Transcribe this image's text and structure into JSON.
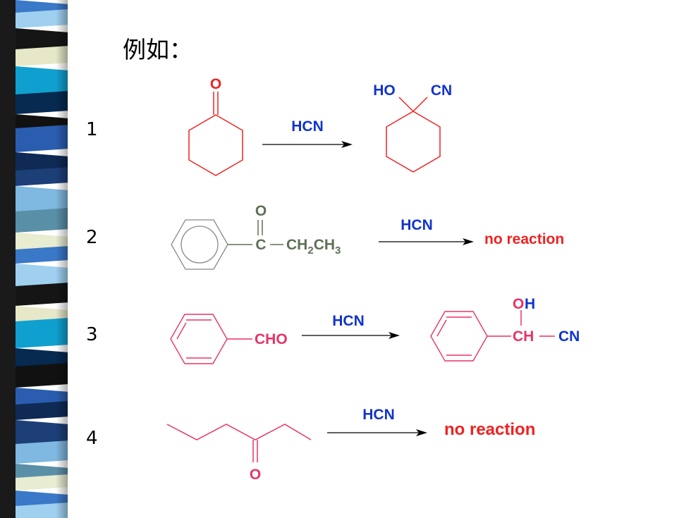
{
  "heading": "例如：",
  "colors": {
    "red": "#ee2222",
    "blue": "#1133cc",
    "olive": "#5e7057",
    "pink": "#e83367",
    "gray": "#888888"
  },
  "reactions": [
    {
      "number": "1",
      "reagent": "HCN",
      "reactant": {
        "oxygen": "O"
      },
      "product": {
        "hydroxyl": "HO",
        "nitrile": "CN"
      }
    },
    {
      "number": "2",
      "reagent": "HCN",
      "reactant": {
        "oxygen": "O",
        "carbon": "C",
        "chain_ch2": "CH",
        "sub_2": "2",
        "chain_ch3": "CH",
        "sub_3": "3"
      },
      "result": "no reaction"
    },
    {
      "number": "3",
      "reagent": "HCN",
      "reactant": {
        "aldehyde": "CHO"
      },
      "product": {
        "oh_o": "O",
        "oh_h": "H",
        "ch": "CH",
        "nitrile": "CN"
      }
    },
    {
      "number": "4",
      "reagent": "HCN",
      "reactant": {
        "oxygen": "O"
      },
      "result": "no reaction"
    }
  ]
}
